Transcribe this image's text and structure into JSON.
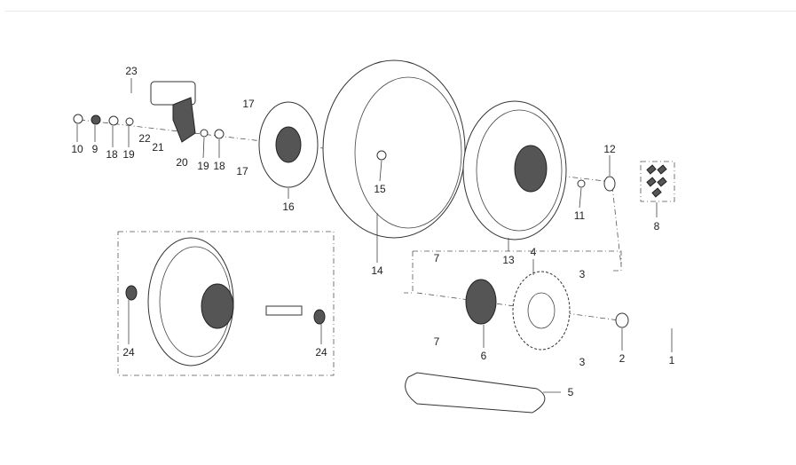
{
  "diagram": {
    "title": "Rear wheel exploded parts diagram",
    "callouts": [
      "23",
      "10",
      "9",
      "18",
      "19",
      "22",
      "21",
      "20",
      "19",
      "18",
      "17",
      "17",
      "16",
      "15",
      "14",
      "13",
      "12",
      "11",
      "4",
      "8",
      "7",
      "7",
      "3",
      "3",
      "6",
      "2",
      "1",
      "5",
      "24",
      "24"
    ]
  }
}
